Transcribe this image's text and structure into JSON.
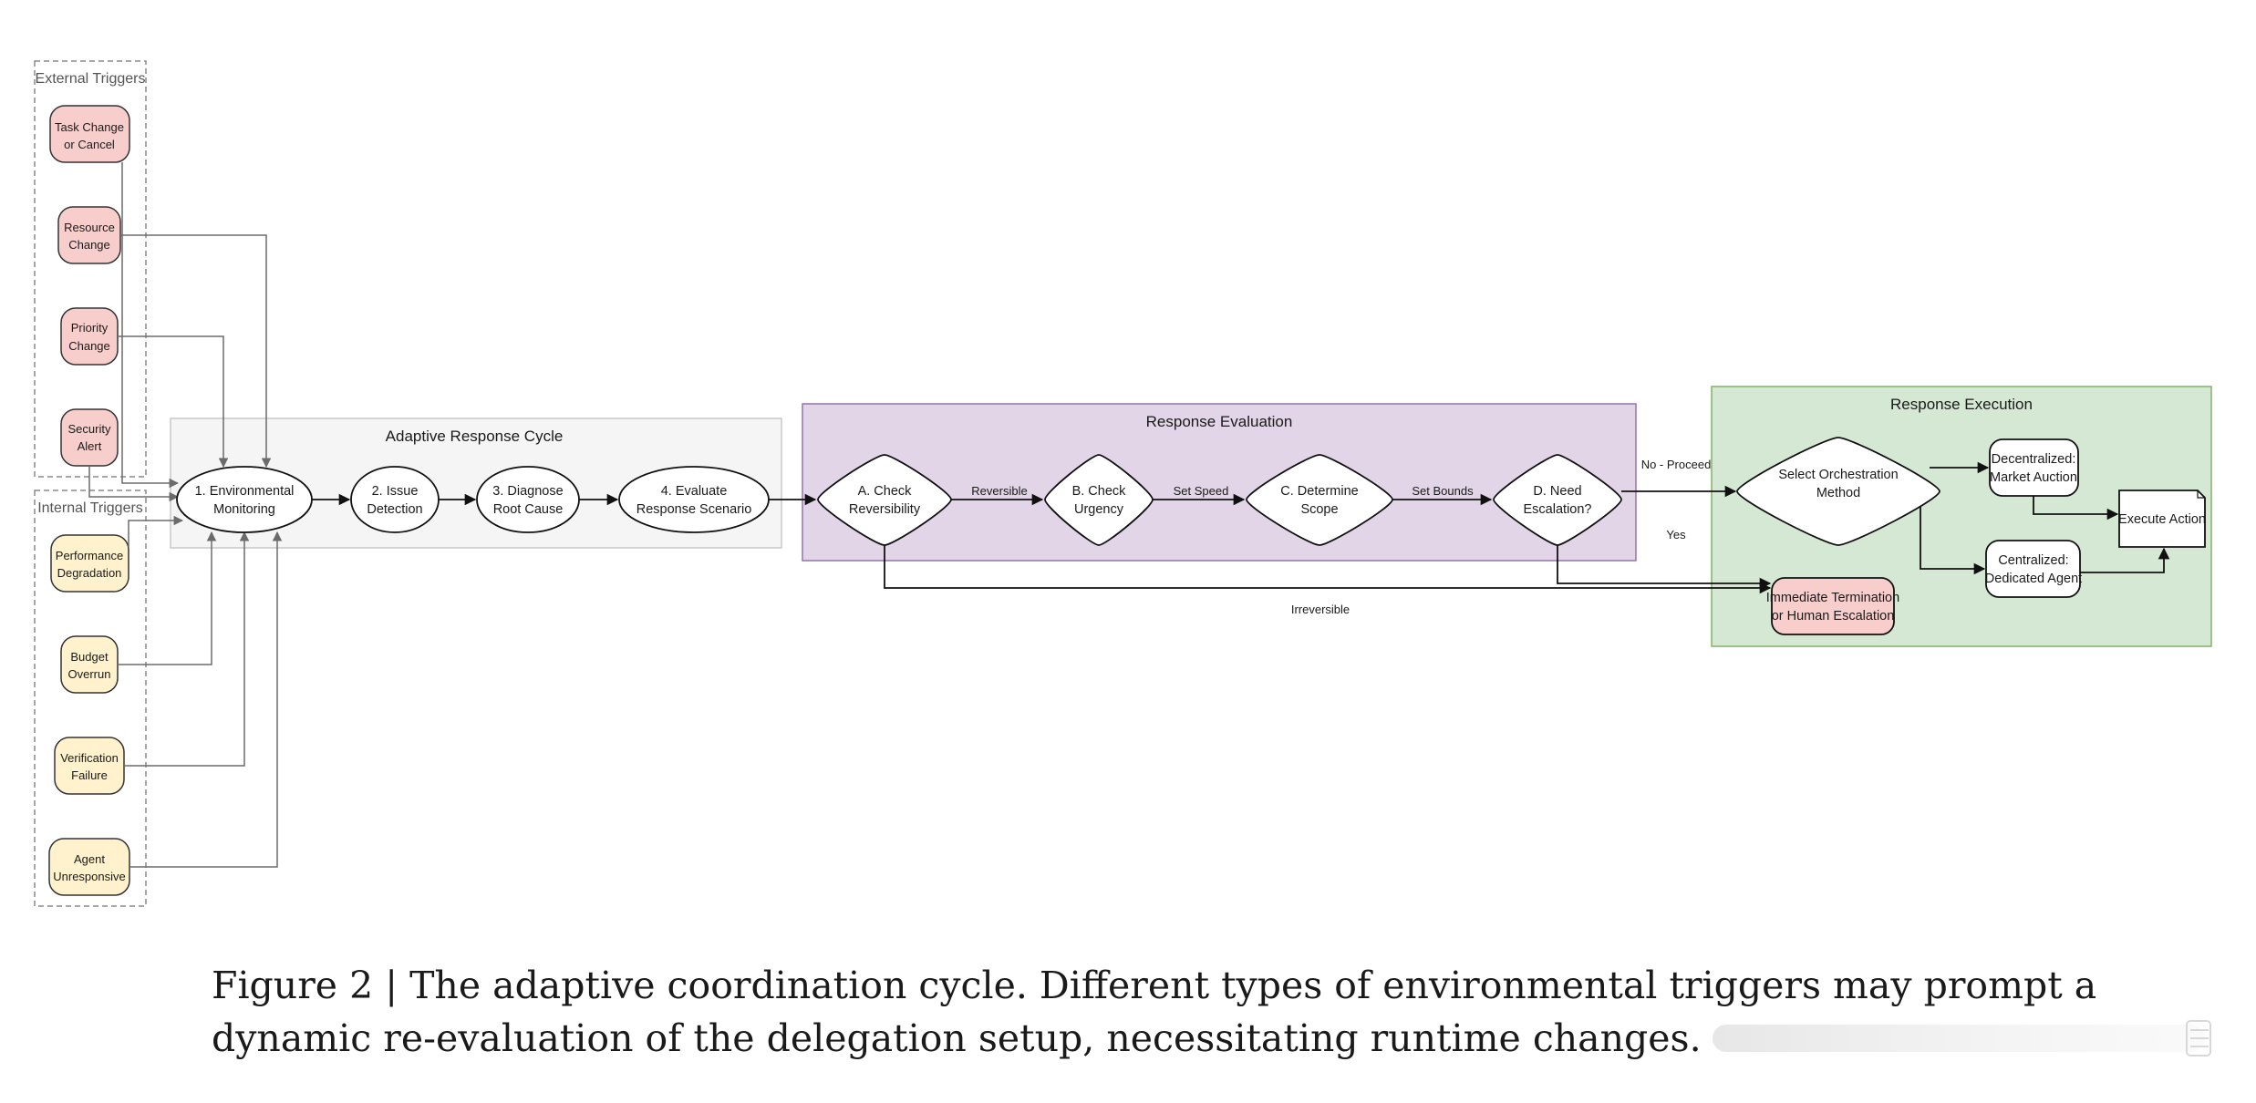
{
  "groups": {
    "external": "External Triggers",
    "internal": "Internal Triggers",
    "cycle": "Adaptive Response Cycle",
    "evaluation": "Response Evaluation",
    "execution": "Response Execution"
  },
  "external_triggers": [
    [
      "Task Change",
      "or Cancel"
    ],
    [
      "Resource",
      "Change"
    ],
    [
      "Priority",
      "Change"
    ],
    [
      "Security",
      "Alert"
    ]
  ],
  "internal_triggers": [
    [
      "Performance",
      "Degradation"
    ],
    [
      "Budget",
      "Overrun"
    ],
    [
      "Verification",
      "Failure"
    ],
    [
      "Agent",
      "Unresponsive"
    ]
  ],
  "cycle_steps": [
    [
      "1. Environmental",
      "Monitoring"
    ],
    [
      "2. Issue",
      "Detection"
    ],
    [
      "3. Diagnose",
      "Root Cause"
    ],
    [
      "4. Evaluate",
      "Response Scenario"
    ]
  ],
  "evaluation_steps": [
    [
      "A. Check",
      "Reversibility"
    ],
    [
      "B. Check",
      "Urgency"
    ],
    [
      "C. Determine",
      "Scope"
    ],
    [
      "D. Need",
      "Escalation?"
    ]
  ],
  "edge_labels": {
    "reversible": "Reversible",
    "set_speed": "Set Speed",
    "set_bounds": "Set Bounds",
    "no_proceed": "No - Proceed",
    "yes": "Yes",
    "irreversible": "Irreversible"
  },
  "execution": {
    "select": [
      "Select Orchestration",
      "Method"
    ],
    "decentralized": [
      "Decentralized:",
      "Market Auction"
    ],
    "centralized": [
      "Centralized:",
      "Dedicated Agent"
    ],
    "execute": "Execute Action",
    "termination": [
      "Immediate Termination",
      "or Human Escalation"
    ]
  },
  "colors": {
    "external_fill": "#f8cecc",
    "internal_fill": "#fff2cc",
    "cycle_bg": "#f5f5f5",
    "evaluation_bg": "#e1d5e7",
    "execution_bg": "#d5e8d4"
  },
  "caption": [
    "Figure 2 | The adaptive coordination cycle. Different types of environmental triggers may prompt a",
    "dynamic re-evaluation of the delegation setup, necessitating runtime changes."
  ]
}
